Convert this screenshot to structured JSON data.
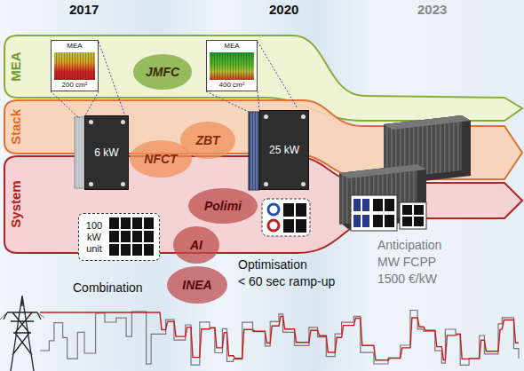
{
  "diagram": {
    "nodes": [
      {
        "text": [
          "MEA"
        ]
      },
      {
        "text": [
          "MEA",
          "200 cm²"
        ],
        "in": 0
      },
      {
        "text": [
          "JMFC"
        ],
        "in": 0
      },
      {
        "text": [
          "MEA",
          "400 cm²"
        ],
        "in": 0
      },
      {
        "text": [
          "Stack"
        ]
      },
      {
        "text": [
          "6 kW"
        ],
        "in": 4
      },
      {
        "text": [
          "NFCT"
        ],
        "in": 4
      },
      {
        "text": [
          "ZBT"
        ],
        "in": 4
      },
      {
        "text": [
          "25 kW"
        ],
        "in": 4
      },
      {
        "text": [
          "System"
        ]
      },
      {
        "text": [
          "100 kW unit"
        ],
        "in": 9
      },
      {
        "text": [
          "Polimi"
        ],
        "in": 9
      },
      {
        "text": [
          "AI"
        ],
        "in": 9
      },
      {
        "text": [
          "INEA"
        ]
      }
    ],
    "labels": [
      "2017",
      "2020",
      "2023",
      "Combination",
      "Optimisation",
      "< 60 sec ramp-up",
      "Anticipation",
      "MW FCPP",
      "1500 €/kW"
    ]
  }
}
